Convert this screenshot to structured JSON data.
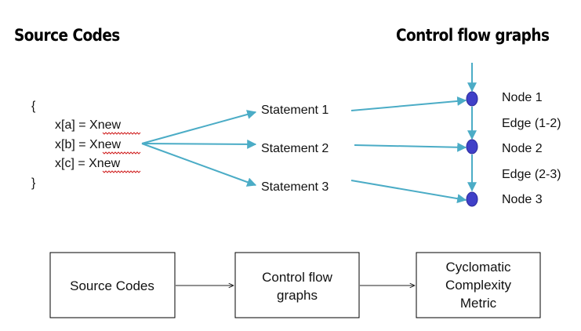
{
  "titles": {
    "source": "Source Codes",
    "cfg": "Control flow graphs"
  },
  "code": {
    "open_brace": "{",
    "lines": [
      "x[a]  =  Xnew",
      "x[b]  =  Xnew",
      "x[c]  =  Xnew"
    ],
    "close_brace": "}"
  },
  "statements": [
    "Statement 1",
    "Statement 2",
    "Statement 3"
  ],
  "nodes": [
    "Node 1",
    "Node 2",
    "Node 3"
  ],
  "edges": [
    "Edge (1-2)",
    "Edge (2-3)"
  ],
  "pipeline": [
    {
      "lines": [
        "Source Codes"
      ]
    },
    {
      "lines": [
        "Control flow",
        "graphs"
      ]
    },
    {
      "lines": [
        "Cyclomatic",
        "Complexity",
        "Metric"
      ]
    }
  ],
  "colors": {
    "arrow": "#4bacc6",
    "node": "#4040c8"
  }
}
